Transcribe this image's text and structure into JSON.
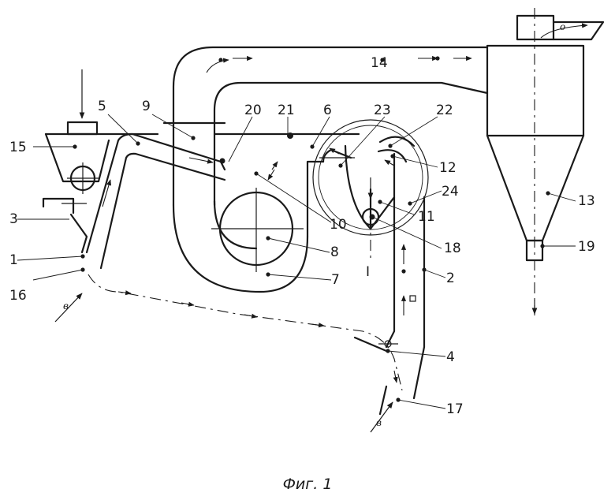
{
  "caption": "Фиг. 1",
  "labels": {
    "n1": "1",
    "n2": "2",
    "n3": "3",
    "n4": "4",
    "n5": "5",
    "n6": "6",
    "n7": "7",
    "n8": "8",
    "n9": "9",
    "n10": "10",
    "n11": "11",
    "n12": "12",
    "n13": "13",
    "n14": "14",
    "n15": "15",
    "n16": "16",
    "n17": "17",
    "n18": "18",
    "n19": "19",
    "n20": "20",
    "n21": "21",
    "n22": "22",
    "n23": "23",
    "n24": "24",
    "section": "I"
  },
  "flow_glyphs": {
    "air_in_left": "в",
    "air_in_right": "в",
    "exhaust": "о"
  }
}
